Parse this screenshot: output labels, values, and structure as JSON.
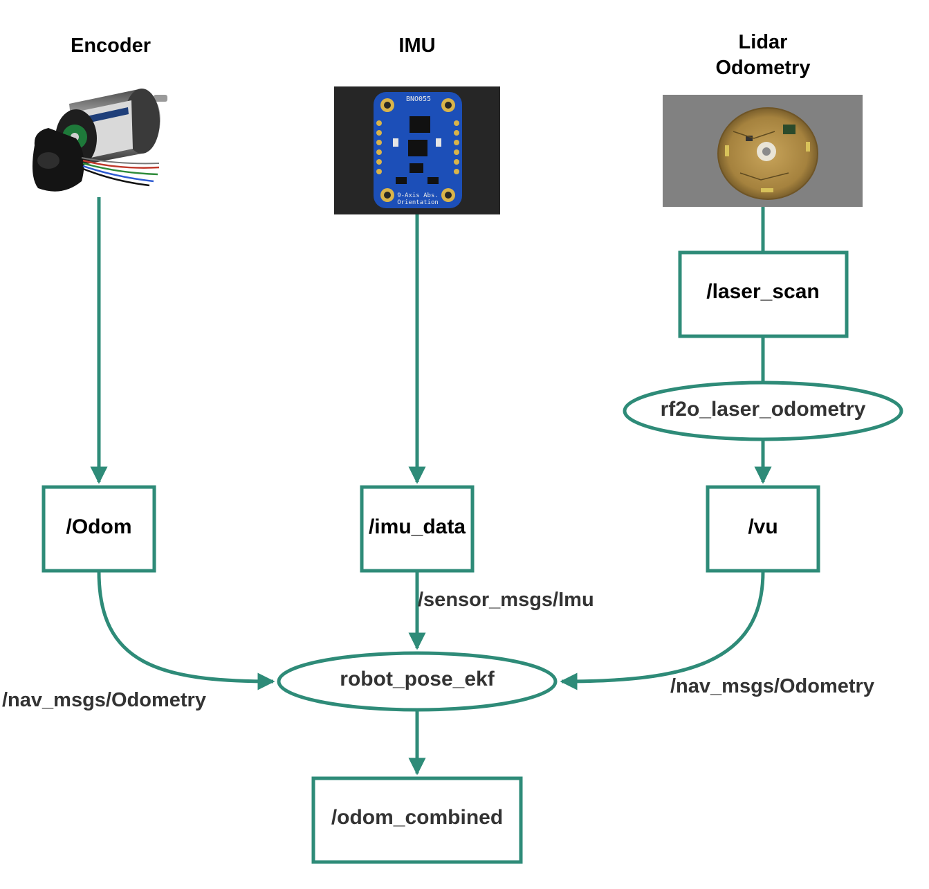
{
  "colors": {
    "accent": "#2e8b78",
    "text": "#000000",
    "text_dark": "#333333",
    "background": "#ffffff"
  },
  "sources": {
    "encoder": {
      "title": "Encoder",
      "image": "geared-dc-motor-with-encoder"
    },
    "imu": {
      "title": "IMU",
      "image": "bno055-imu-breakout-board",
      "board_label": "BNO055",
      "board_caption_1": "9-Axis Abs.",
      "board_caption_2": "Orientation"
    },
    "lidar": {
      "title_line1": "Lidar",
      "title_line2": "Odometry",
      "image": "rotating-lidar-pcb"
    }
  },
  "nodes": {
    "odom": "/Odom",
    "imu_data": "/imu_data",
    "laser_scan": "/laser_scan",
    "rf2o": "rf2o_laser_odometry",
    "vu": "/vu",
    "ekf": "robot_pose_ekf",
    "odom_combined": "/odom_combined"
  },
  "edge_labels": {
    "left": "/nav_msgs/Odometry",
    "center": "/sensor_msgs/Imu",
    "right": "/nav_msgs/Odometry"
  }
}
